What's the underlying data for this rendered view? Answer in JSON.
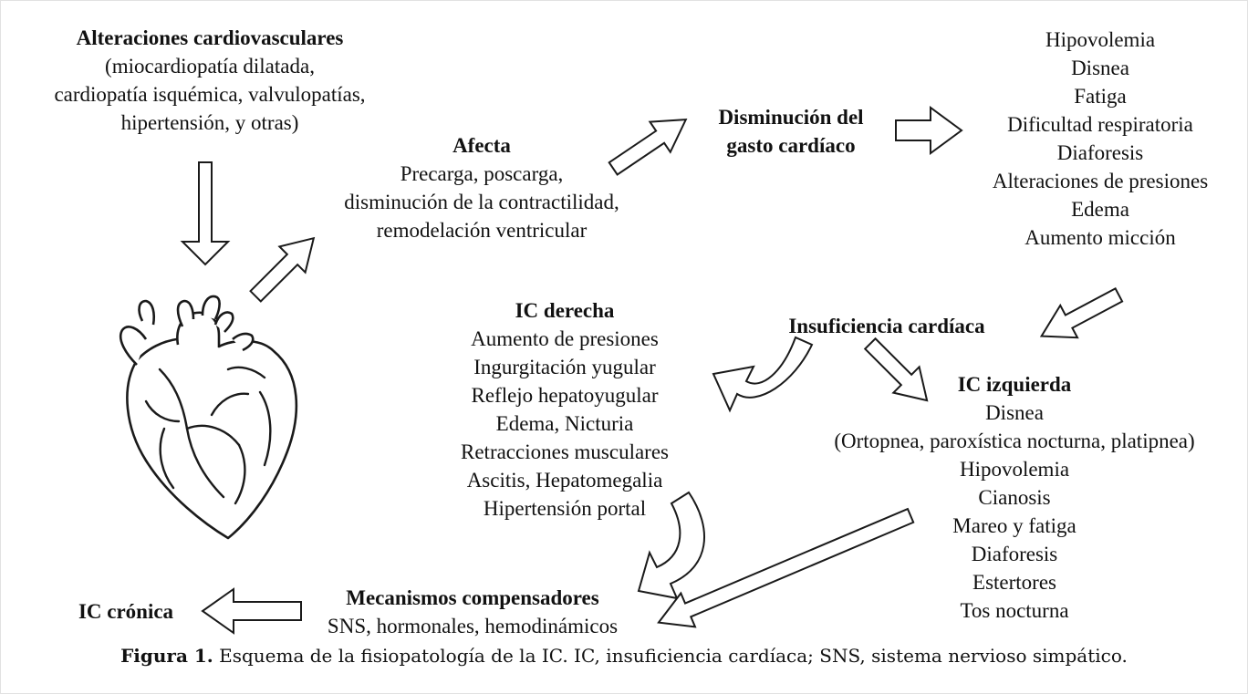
{
  "blocks": {
    "cardio": {
      "title": "Alteraciones cardiovasculares",
      "lines": [
        "(miocardiopatía dilatada,",
        "cardiopatía isquémica, valvulopatías,",
        "hipertensión,  y otras)"
      ]
    },
    "afecta": {
      "title": "Afecta",
      "lines": [
        "Precarga, poscarga,",
        "disminución  de la contractilidad,",
        "remodelación ventricular"
      ]
    },
    "gasto": {
      "title_lines": [
        "Disminución del",
        "gasto cardíaco"
      ]
    },
    "symptoms": {
      "lines": [
        "Hipovolemia",
        "Disnea",
        "Fatiga",
        "Dificultad respiratoria",
        "Diaforesis",
        "Alteraciones de presiones",
        "Edema",
        "Aumento micción"
      ]
    },
    "insuficiencia": {
      "title": "Insuficiencia cardíaca"
    },
    "ic_derecha": {
      "title": "IC derecha",
      "lines": [
        "Aumento de presiones",
        "Ingurgitación yugular",
        "Reflejo hepatoyugular",
        "Edema, Nicturia",
        "Retracciones musculares",
        "Ascitis, Hepatomegalia",
        "Hipertensión portal"
      ]
    },
    "ic_izquierda": {
      "title": "IC izquierda",
      "lines": [
        "Disnea",
        "(Ortopnea, paroxística nocturna, platipnea)",
        "Hipovolemia",
        "Cianosis",
        "Mareo y fatiga",
        "Diaforesis",
        "Estertores",
        "Tos nocturna"
      ]
    },
    "mecanismos": {
      "title": "Mecanismos compensadores",
      "lines": [
        "SNS, hormonales, hemodinámicos"
      ]
    },
    "cronica": {
      "title": "IC crónica"
    }
  },
  "caption": {
    "label": "Figura 1.",
    "text": " Esquema de la fisiopatología de la IC. IC, insuficiencia cardíaca; SNS, sistema nervioso simpático."
  },
  "icons": {
    "heart": "heart-illustration-icon",
    "arrow_style": "hollow-outline-arrow"
  }
}
